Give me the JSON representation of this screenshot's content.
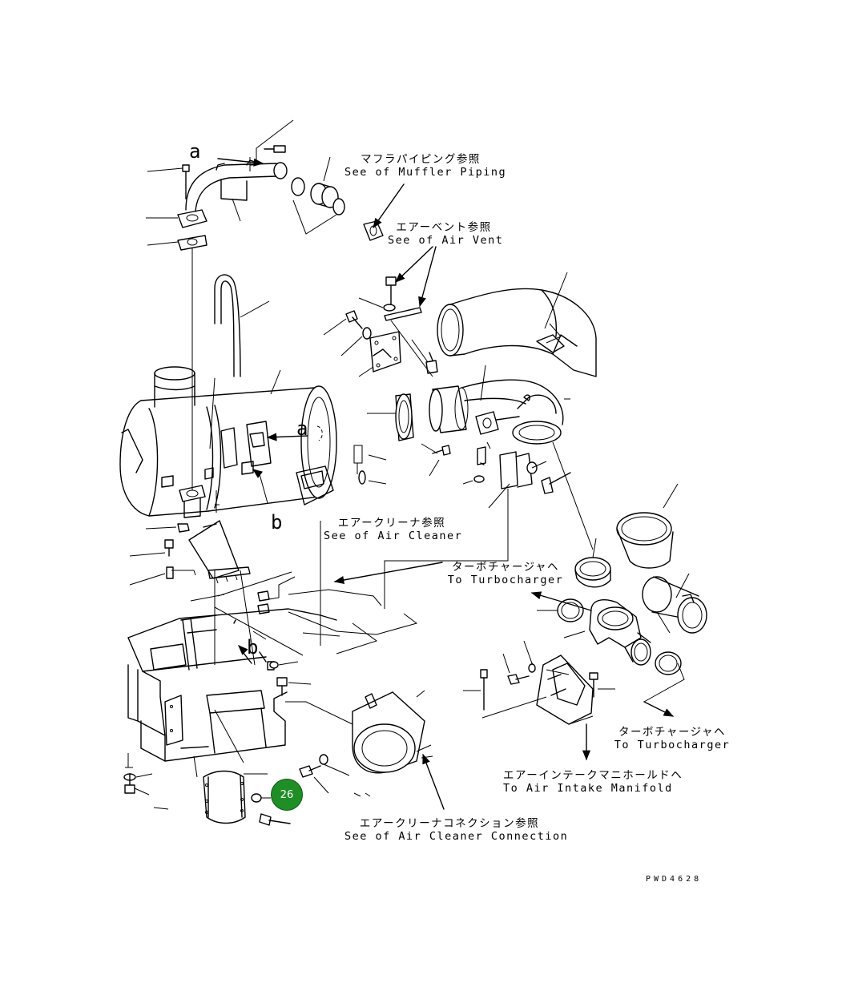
{
  "labels": {
    "muffler_jp": "マフラパイピング参照",
    "muffler_en": "See of Muffler Piping",
    "airvent_jp": "エアーベント参照",
    "airvent_en": "See of Air Vent",
    "aircleaner_jp": "エアークリーナ参照",
    "aircleaner_en": "See of Air Cleaner",
    "turbo1_jp": "ターボチャージャヘ",
    "turbo1_en": "To Turbocharger",
    "turbo2_jp": "ターボチャージャヘ",
    "turbo2_en": "To Turbocharger",
    "intake_jp": "エアーインテークマニホールドヘ",
    "intake_en": "To Air Intake Manifold",
    "connection_jp": "エアークリーナコネクション参照",
    "connection_en": "See of Air Cleaner Connection"
  },
  "view_markers": {
    "a_top": "a",
    "a_mid": "a",
    "b_left": "b",
    "b_mid": "b"
  },
  "drawing_code": "PWD4628",
  "callout": {
    "number": "26",
    "color": "#1e8f24"
  }
}
